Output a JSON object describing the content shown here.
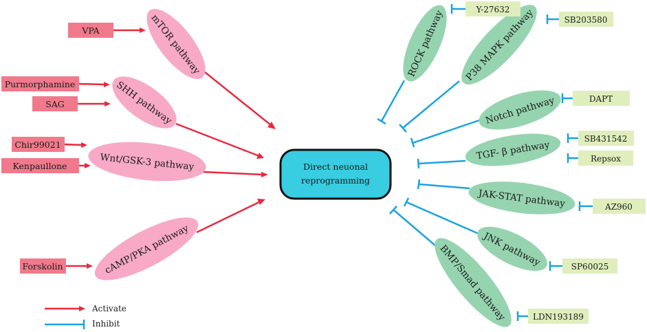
{
  "center": {
    "line1": "Direct neuonal",
    "line2": "reprogramming"
  },
  "activating": [
    {
      "pathway": "mTOR pathway",
      "activators": [
        "VPA"
      ]
    },
    {
      "pathway": "SHH pathway",
      "activators": [
        "Purmorphamine",
        "SAG"
      ]
    },
    {
      "pathway": "Wnt/GSK-3 pathway",
      "activators": [
        "Chir99021",
        "Kenpaullone"
      ]
    },
    {
      "pathway": "cAMP/PKA pathway",
      "activators": [
        "Forskolin"
      ]
    }
  ],
  "inhibiting": [
    {
      "pathway": "ROCK pathway",
      "inhibitors": [
        "Y-27632"
      ]
    },
    {
      "pathway": "P38 MAPK pathway",
      "inhibitors": [
        "SB203580"
      ]
    },
    {
      "pathway": "Notch pathway",
      "inhibitors": [
        "DAPT"
      ]
    },
    {
      "pathway": "TGF- β  pathway",
      "inhibitors": [
        "SB431542",
        "Repsox"
      ]
    },
    {
      "pathway": "JAK-STAT pathway",
      "inhibitors": [
        "AZ960"
      ]
    },
    {
      "pathway": "JNK pathway",
      "inhibitors": [
        "SP60025"
      ]
    },
    {
      "pathway": "BMP/Smad pathway",
      "inhibitors": [
        "LDN193189"
      ]
    }
  ],
  "legend": {
    "activate": "Activate",
    "inhibit": "Inhibit"
  },
  "colors": {
    "activator_box": "#f07a8c",
    "activator_pathway": "#f7a9c6",
    "activate_arrow": "#e8293f",
    "inhibitor_box": "#dfeebc",
    "inhibitor_pathway": "#96d4b0",
    "inhibit_line": "#1aa3e0",
    "center_fill": "#38cde0"
  }
}
